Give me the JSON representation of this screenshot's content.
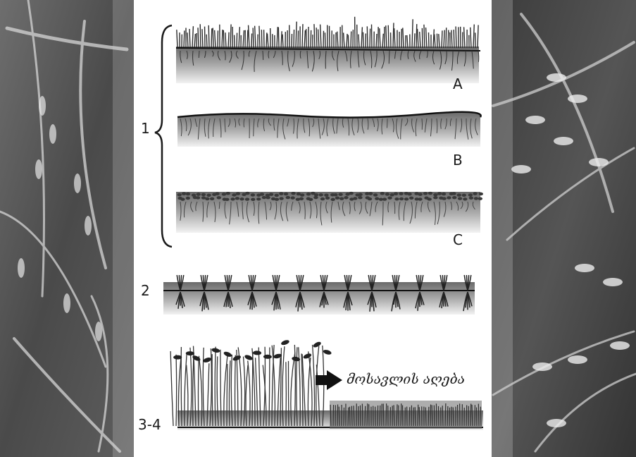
{
  "labels": {
    "group_1": "1",
    "stage_2": "2",
    "stage_3_4": "3-4",
    "panel_a": "A",
    "panel_b": "B",
    "panel_c": "C",
    "harvest": "მოსავლის აღება"
  },
  "colors": {
    "background_left": "#5b5b5b",
    "background_right": "#444444",
    "panel": "#ffffff",
    "ink": "#1a1a1a"
  }
}
